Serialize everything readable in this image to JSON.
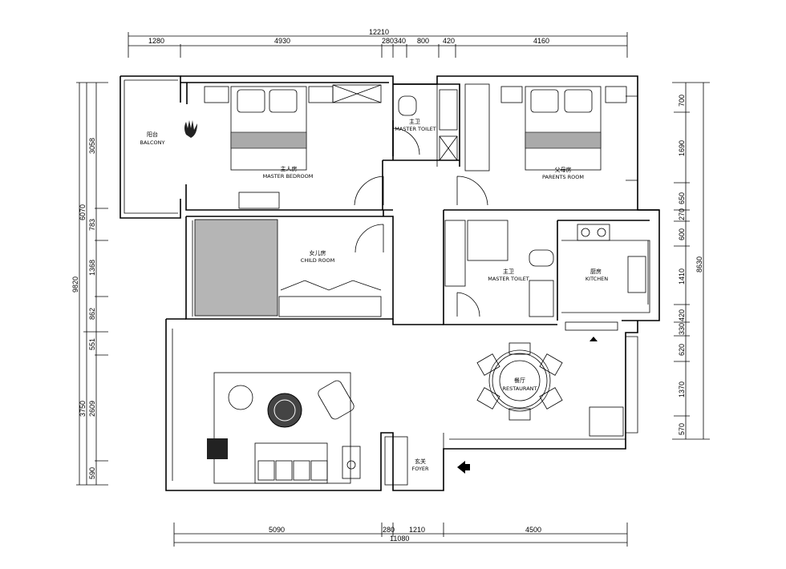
{
  "plan": {
    "rooms": {
      "balcony": {
        "cn": "阳台",
        "en": "BALCONY"
      },
      "master_bedroom": {
        "cn": "主人房",
        "en": "MASTER BEDROOM"
      },
      "master_toilet_1": {
        "cn": "主卫",
        "en": "MASTER TOILET"
      },
      "parents_room": {
        "cn": "父母房",
        "en": "PARENTS ROOM"
      },
      "child_room": {
        "cn": "女儿房",
        "en": "CHILD ROOM"
      },
      "master_toilet_2": {
        "cn": "主卫",
        "en": "MASTER TOILET"
      },
      "kitchen": {
        "cn": "厨房",
        "en": "KITCHEN"
      },
      "restaurant": {
        "cn": "餐厅",
        "en": "RESTAURANT"
      },
      "foyer": {
        "cn": "玄关",
        "en": "FOYER"
      }
    },
    "dimensions": {
      "top_total": "12210",
      "top": [
        "1280",
        "4930",
        "280",
        "340",
        "800",
        "420",
        "4160"
      ],
      "left_total": "9820",
      "left_mid": [
        "6070",
        "3750"
      ],
      "left": [
        "3058",
        "783",
        "1368",
        "862",
        "551",
        "2609",
        "590"
      ],
      "right_total": "8630",
      "right": [
        "700",
        "1690",
        "650",
        "270",
        "600",
        "1410",
        "420",
        "330",
        "620",
        "1370",
        "570"
      ],
      "bottom_total": "11080",
      "bottom": [
        "5090",
        "280",
        "1210",
        "4500"
      ]
    }
  }
}
